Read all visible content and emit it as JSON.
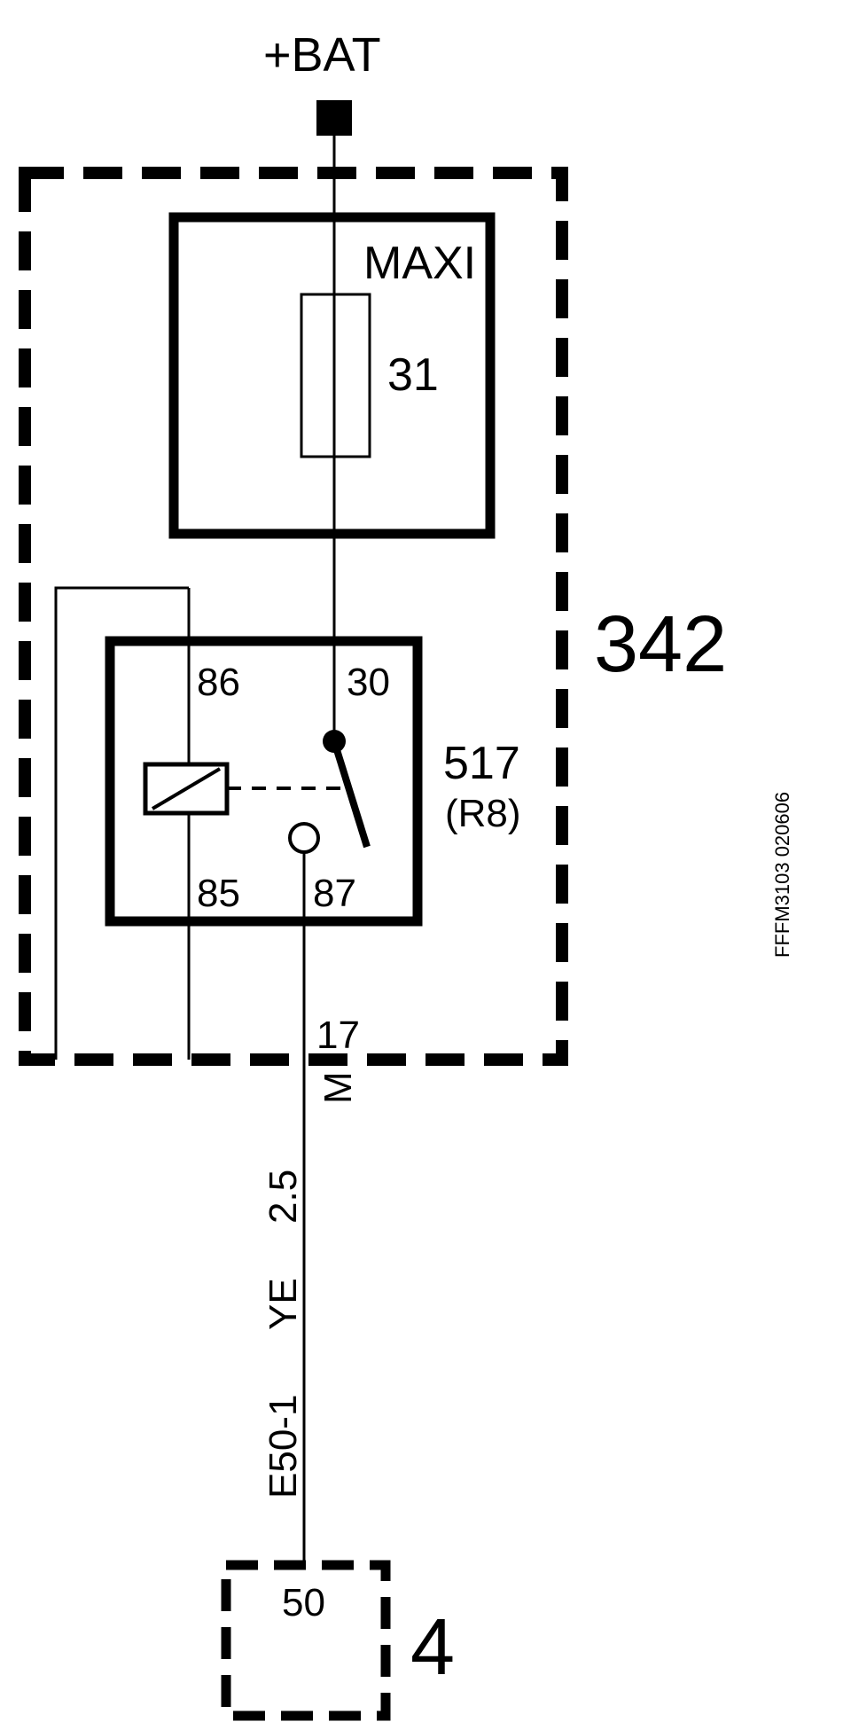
{
  "power": {
    "label": "+BAT"
  },
  "fuse_box": {
    "label": "MAXI",
    "fuse_number": "31"
  },
  "central_unit": {
    "number": "342"
  },
  "relay": {
    "number": "517",
    "code": "(R8)",
    "pins": {
      "p86": "86",
      "p30": "30",
      "p85": "85",
      "p87": "87"
    }
  },
  "connector": {
    "pin": "17",
    "code": "M"
  },
  "wire": {
    "id": "E50-1",
    "color": "YE",
    "gauge": "2.5"
  },
  "component": {
    "number": "4",
    "pin": "50"
  },
  "drawing_code": "FFFM3103  020606",
  "colors": {
    "ink": "#000000",
    "background": "#ffffff"
  }
}
